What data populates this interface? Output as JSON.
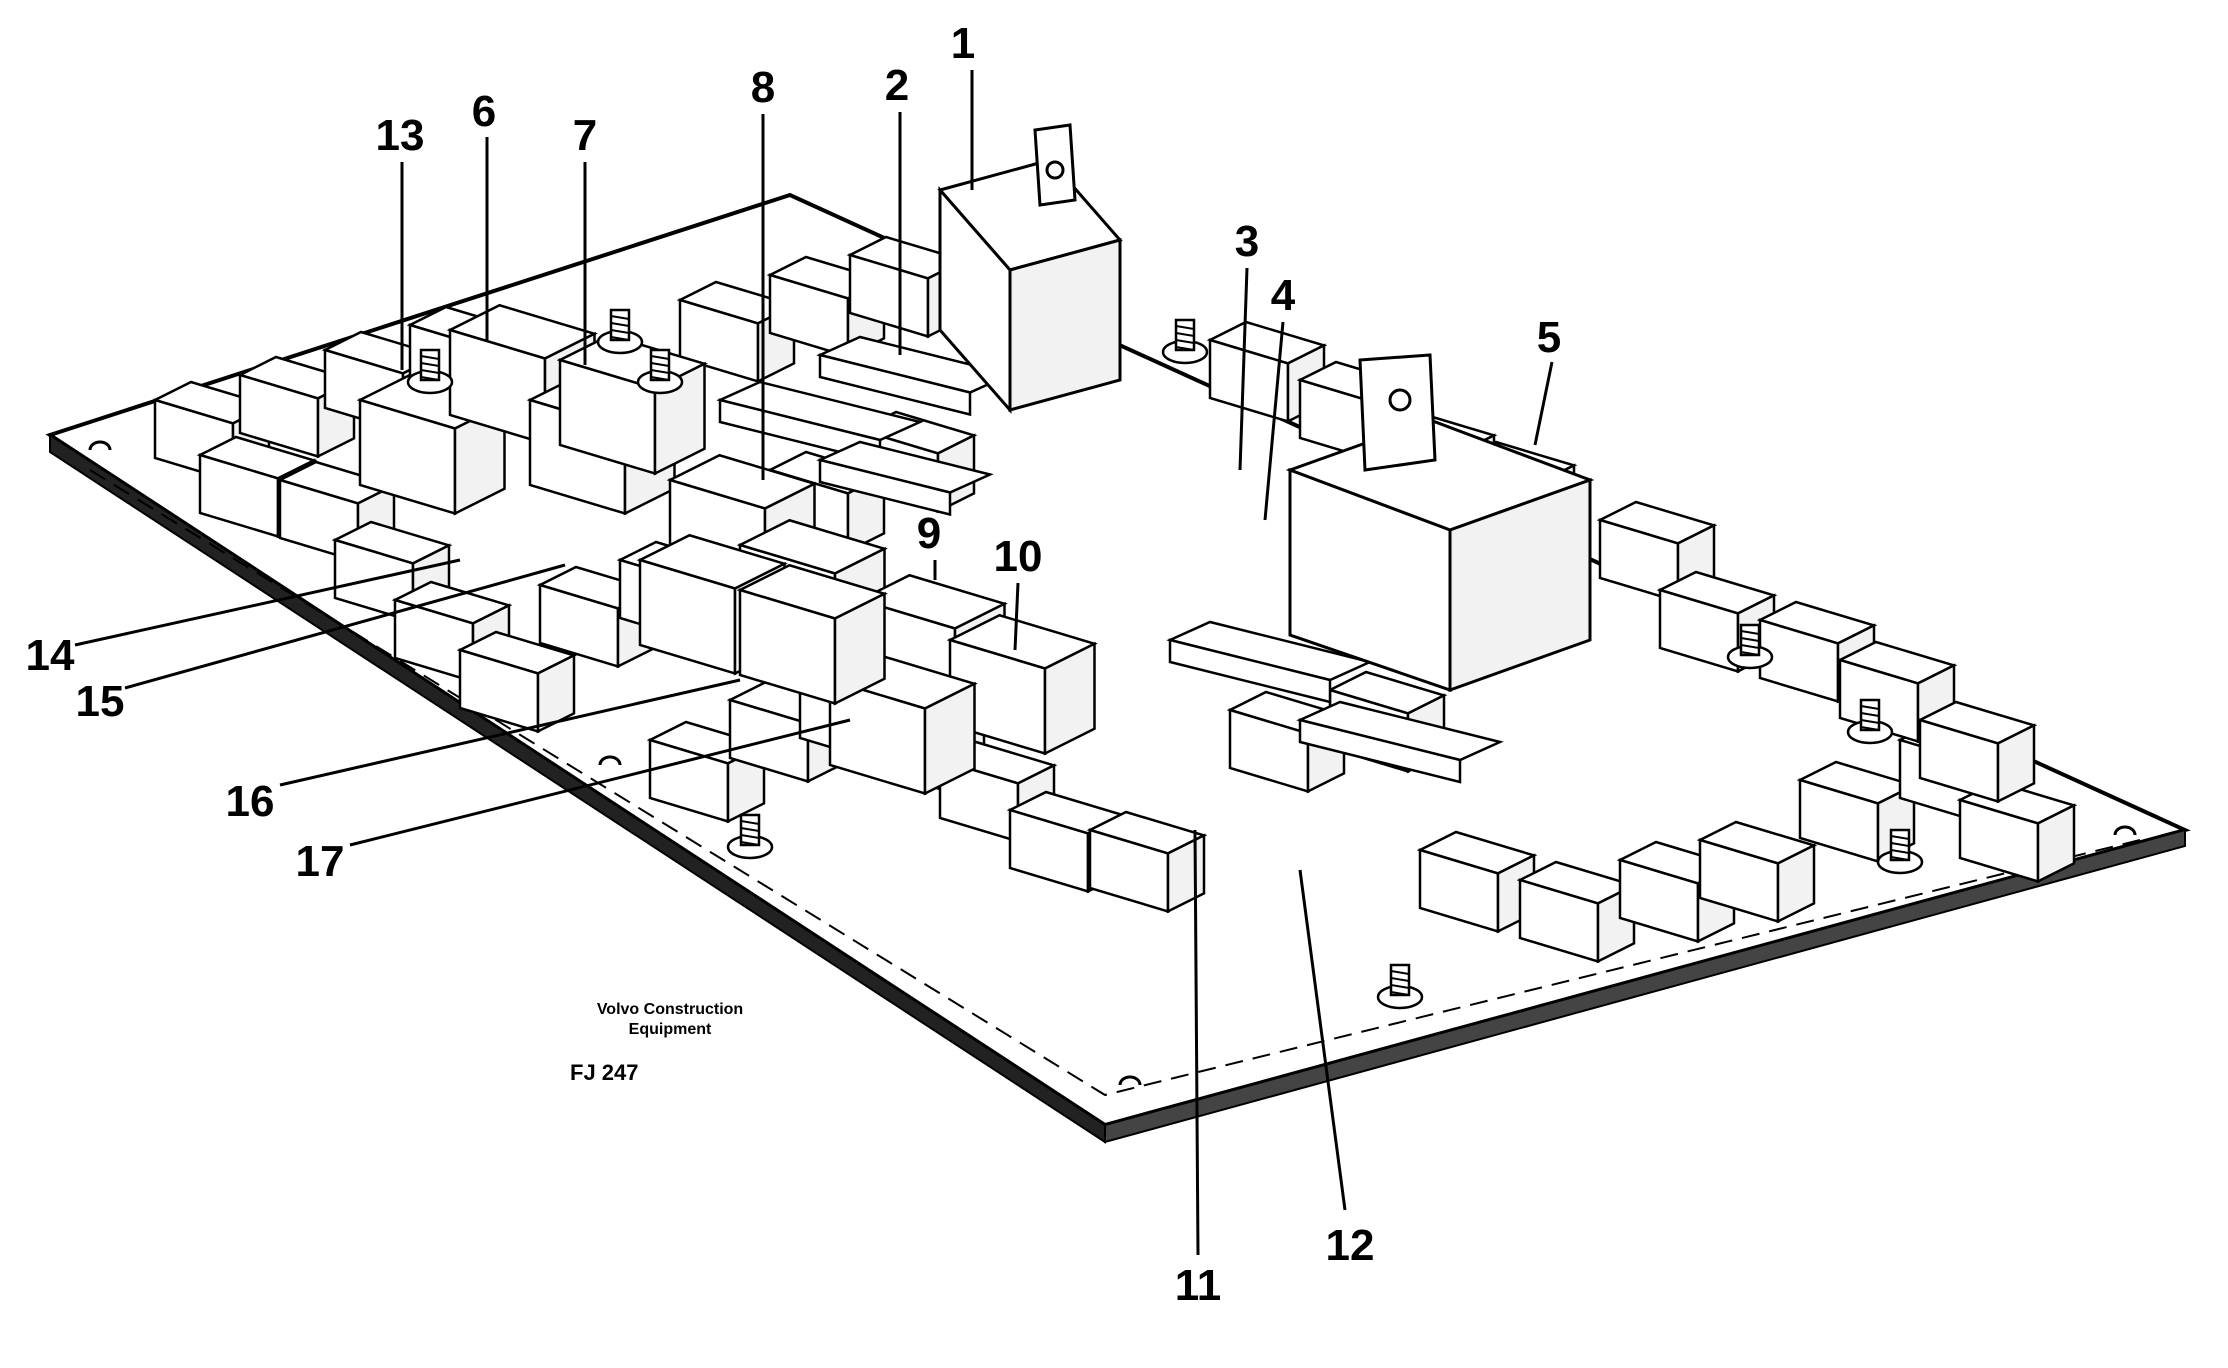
{
  "colors": {
    "line": "#000000",
    "background": "#ffffff",
    "component_fill": "#ffffff"
  },
  "callouts": [
    {
      "id": "1",
      "label": "1"
    },
    {
      "id": "2",
      "label": "2"
    },
    {
      "id": "3",
      "label": "3"
    },
    {
      "id": "4",
      "label": "4"
    },
    {
      "id": "5",
      "label": "5"
    },
    {
      "id": "6",
      "label": "6"
    },
    {
      "id": "7",
      "label": "7"
    },
    {
      "id": "8",
      "label": "8"
    },
    {
      "id": "9",
      "label": "9"
    },
    {
      "id": "10",
      "label": "10"
    },
    {
      "id": "11",
      "label": "11"
    },
    {
      "id": "12",
      "label": "12"
    },
    {
      "id": "13",
      "label": "13"
    },
    {
      "id": "14",
      "label": "14"
    },
    {
      "id": "15",
      "label": "15"
    },
    {
      "id": "16",
      "label": "16"
    },
    {
      "id": "17",
      "label": "17"
    }
  ],
  "caption": {
    "maker_line1": "Volvo Construction",
    "maker_line2": "Equipment",
    "figure_code": "FJ 247"
  }
}
